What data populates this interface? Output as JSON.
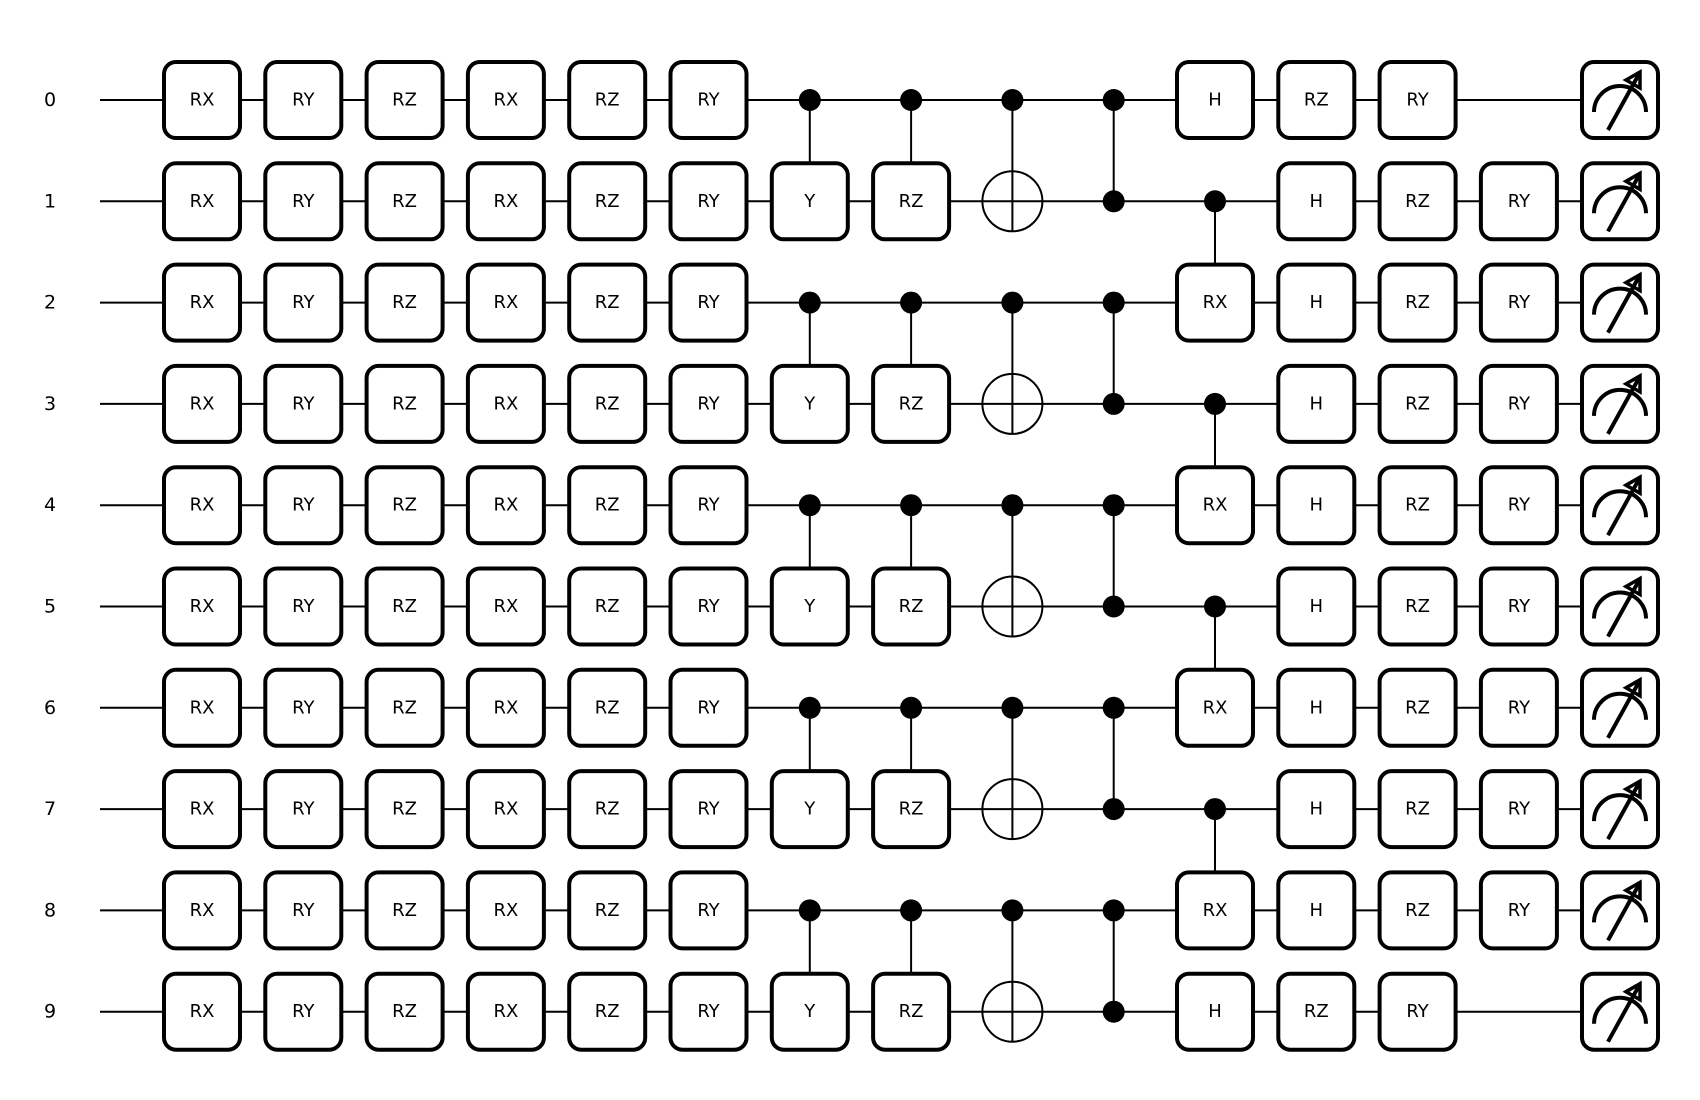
{
  "wires": [
    {
      "label": "0"
    },
    {
      "label": "1"
    },
    {
      "label": "2"
    },
    {
      "label": "3"
    },
    {
      "label": "4"
    },
    {
      "label": "5"
    },
    {
      "label": "6"
    },
    {
      "label": "7"
    },
    {
      "label": "8"
    },
    {
      "label": "9"
    }
  ],
  "layers": [
    {
      "type": "single",
      "gates": [
        {
          "wire": 0,
          "label": "RX"
        },
        {
          "wire": 1,
          "label": "RX"
        },
        {
          "wire": 2,
          "label": "RX"
        },
        {
          "wire": 3,
          "label": "RX"
        },
        {
          "wire": 4,
          "label": "RX"
        },
        {
          "wire": 5,
          "label": "RX"
        },
        {
          "wire": 6,
          "label": "RX"
        },
        {
          "wire": 7,
          "label": "RX"
        },
        {
          "wire": 8,
          "label": "RX"
        },
        {
          "wire": 9,
          "label": "RX"
        }
      ]
    },
    {
      "type": "single",
      "gates": [
        {
          "wire": 0,
          "label": "RY"
        },
        {
          "wire": 1,
          "label": "RY"
        },
        {
          "wire": 2,
          "label": "RY"
        },
        {
          "wire": 3,
          "label": "RY"
        },
        {
          "wire": 4,
          "label": "RY"
        },
        {
          "wire": 5,
          "label": "RY"
        },
        {
          "wire": 6,
          "label": "RY"
        },
        {
          "wire": 7,
          "label": "RY"
        },
        {
          "wire": 8,
          "label": "RY"
        },
        {
          "wire": 9,
          "label": "RY"
        }
      ]
    },
    {
      "type": "single",
      "gates": [
        {
          "wire": 0,
          "label": "RZ"
        },
        {
          "wire": 1,
          "label": "RZ"
        },
        {
          "wire": 2,
          "label": "RZ"
        },
        {
          "wire": 3,
          "label": "RZ"
        },
        {
          "wire": 4,
          "label": "RZ"
        },
        {
          "wire": 5,
          "label": "RZ"
        },
        {
          "wire": 6,
          "label": "RZ"
        },
        {
          "wire": 7,
          "label": "RZ"
        },
        {
          "wire": 8,
          "label": "RZ"
        },
        {
          "wire": 9,
          "label": "RZ"
        }
      ]
    },
    {
      "type": "single",
      "gates": [
        {
          "wire": 0,
          "label": "RX"
        },
        {
          "wire": 1,
          "label": "RX"
        },
        {
          "wire": 2,
          "label": "RX"
        },
        {
          "wire": 3,
          "label": "RX"
        },
        {
          "wire": 4,
          "label": "RX"
        },
        {
          "wire": 5,
          "label": "RX"
        },
        {
          "wire": 6,
          "label": "RX"
        },
        {
          "wire": 7,
          "label": "RX"
        },
        {
          "wire": 8,
          "label": "RX"
        },
        {
          "wire": 9,
          "label": "RX"
        }
      ]
    },
    {
      "type": "single",
      "gates": [
        {
          "wire": 0,
          "label": "RZ"
        },
        {
          "wire": 1,
          "label": "RZ"
        },
        {
          "wire": 2,
          "label": "RZ"
        },
        {
          "wire": 3,
          "label": "RZ"
        },
        {
          "wire": 4,
          "label": "RZ"
        },
        {
          "wire": 5,
          "label": "RZ"
        },
        {
          "wire": 6,
          "label": "RZ"
        },
        {
          "wire": 7,
          "label": "RZ"
        },
        {
          "wire": 8,
          "label": "RZ"
        },
        {
          "wire": 9,
          "label": "RZ"
        }
      ]
    },
    {
      "type": "single",
      "gates": [
        {
          "wire": 0,
          "label": "RY"
        },
        {
          "wire": 1,
          "label": "RY"
        },
        {
          "wire": 2,
          "label": "RY"
        },
        {
          "wire": 3,
          "label": "RY"
        },
        {
          "wire": 4,
          "label": "RY"
        },
        {
          "wire": 5,
          "label": "RY"
        },
        {
          "wire": 6,
          "label": "RY"
        },
        {
          "wire": 7,
          "label": "RY"
        },
        {
          "wire": 8,
          "label": "RY"
        },
        {
          "wire": 9,
          "label": "RY"
        }
      ]
    },
    {
      "type": "controlled",
      "gates": [
        {
          "control": 0,
          "target": 1,
          "label": "Y"
        },
        {
          "control": 2,
          "target": 3,
          "label": "Y"
        },
        {
          "control": 4,
          "target": 5,
          "label": "Y"
        },
        {
          "control": 6,
          "target": 7,
          "label": "Y"
        },
        {
          "control": 8,
          "target": 9,
          "label": "Y"
        }
      ]
    },
    {
      "type": "controlled",
      "gates": [
        {
          "control": 0,
          "target": 1,
          "label": "RZ"
        },
        {
          "control": 2,
          "target": 3,
          "label": "RZ"
        },
        {
          "control": 4,
          "target": 5,
          "label": "RZ"
        },
        {
          "control": 6,
          "target": 7,
          "label": "RZ"
        },
        {
          "control": 8,
          "target": 9,
          "label": "RZ"
        }
      ]
    },
    {
      "type": "cnot",
      "gates": [
        {
          "control": 0,
          "target": 1
        },
        {
          "control": 2,
          "target": 3
        },
        {
          "control": 4,
          "target": 5
        },
        {
          "control": 6,
          "target": 7
        },
        {
          "control": 8,
          "target": 9
        }
      ]
    },
    {
      "type": "cz",
      "gates": [
        {
          "wires": [
            0,
            1
          ]
        },
        {
          "wires": [
            2,
            3
          ]
        },
        {
          "wires": [
            4,
            5
          ]
        },
        {
          "wires": [
            6,
            7
          ]
        },
        {
          "wires": [
            8,
            9
          ]
        }
      ]
    },
    {
      "type": "mixed",
      "single": [
        {
          "wire": 0,
          "label": "H"
        },
        {
          "wire": 9,
          "label": "H"
        }
      ],
      "controlled": [
        {
          "control": 1,
          "target": 2,
          "label": "RX"
        },
        {
          "control": 3,
          "target": 4,
          "label": "RX"
        },
        {
          "control": 5,
          "target": 6,
          "label": "RX"
        },
        {
          "control": 7,
          "target": 8,
          "label": "RX"
        }
      ]
    },
    {
      "type": "single",
      "gates": [
        {
          "wire": 0,
          "label": "RZ"
        },
        {
          "wire": 1,
          "label": "H"
        },
        {
          "wire": 2,
          "label": "H"
        },
        {
          "wire": 3,
          "label": "H"
        },
        {
          "wire": 4,
          "label": "H"
        },
        {
          "wire": 5,
          "label": "H"
        },
        {
          "wire": 6,
          "label": "H"
        },
        {
          "wire": 7,
          "label": "H"
        },
        {
          "wire": 8,
          "label": "H"
        },
        {
          "wire": 9,
          "label": "RZ"
        }
      ]
    },
    {
      "type": "single",
      "gates": [
        {
          "wire": 0,
          "label": "RY"
        },
        {
          "wire": 1,
          "label": "RZ"
        },
        {
          "wire": 2,
          "label": "RZ"
        },
        {
          "wire": 3,
          "label": "RZ"
        },
        {
          "wire": 4,
          "label": "RZ"
        },
        {
          "wire": 5,
          "label": "RZ"
        },
        {
          "wire": 6,
          "label": "RZ"
        },
        {
          "wire": 7,
          "label": "RZ"
        },
        {
          "wire": 8,
          "label": "RZ"
        },
        {
          "wire": 9,
          "label": "RY"
        }
      ]
    },
    {
      "type": "single",
      "gates": [
        {
          "wire": 1,
          "label": "RY"
        },
        {
          "wire": 2,
          "label": "RY"
        },
        {
          "wire": 3,
          "label": "RY"
        },
        {
          "wire": 4,
          "label": "RY"
        },
        {
          "wire": 5,
          "label": "RY"
        },
        {
          "wire": 6,
          "label": "RY"
        },
        {
          "wire": 7,
          "label": "RY"
        },
        {
          "wire": 8,
          "label": "RY"
        }
      ]
    }
  ],
  "measurements": [
    0,
    1,
    2,
    3,
    4,
    5,
    6,
    7,
    8,
    9
  ],
  "colors": {
    "ink": "#000000",
    "background": "#ffffff"
  },
  "icons": {
    "measurement": "meter-icon",
    "target": "cnot-target-icon",
    "control": "control-dot-icon"
  }
}
